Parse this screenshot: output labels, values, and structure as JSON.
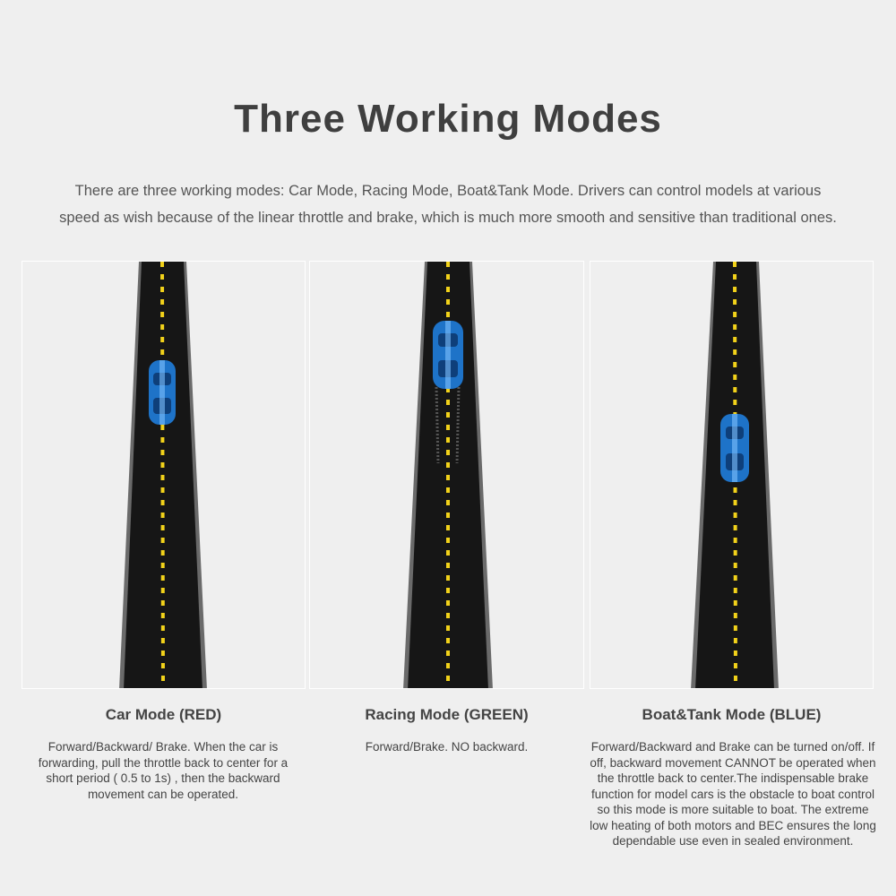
{
  "title": "Three Working Modes",
  "intro_line1": "There are three working modes: Car Mode, Racing Mode, Boat&Tank Mode. Drivers can control models at various",
  "intro_line2": "speed as wish because of the linear throttle and brake, which is much more smooth and sensitive than traditional ones.",
  "modes": [
    {
      "title": "Car Mode (RED)",
      "description": "Forward/Backward/ Brake. When the car is forwarding, pull the throttle back to center for a short period ( 0.5 to 1s) , then the backward movement can be operated."
    },
    {
      "title": "Racing Mode (GREEN)",
      "description": "Forward/Brake. NO backward."
    },
    {
      "title": "Boat&Tank Mode (BLUE)",
      "description": "Forward/Backward and Brake can be turned on/off. If off, backward movement CANNOT be operated when the throttle back to center.The indispensable brake function for model cars is the obstacle to boat control so this mode is more suitable to boat. The extreme low heating of both motors and BEC ensures the long dependable use even in sealed environment."
    }
  ],
  "colors": {
    "background": "#efefef",
    "road": "#161616",
    "road_edge": "#6a6a6a",
    "lane_marking": "#f2d21a",
    "car": "#1e73c8"
  }
}
